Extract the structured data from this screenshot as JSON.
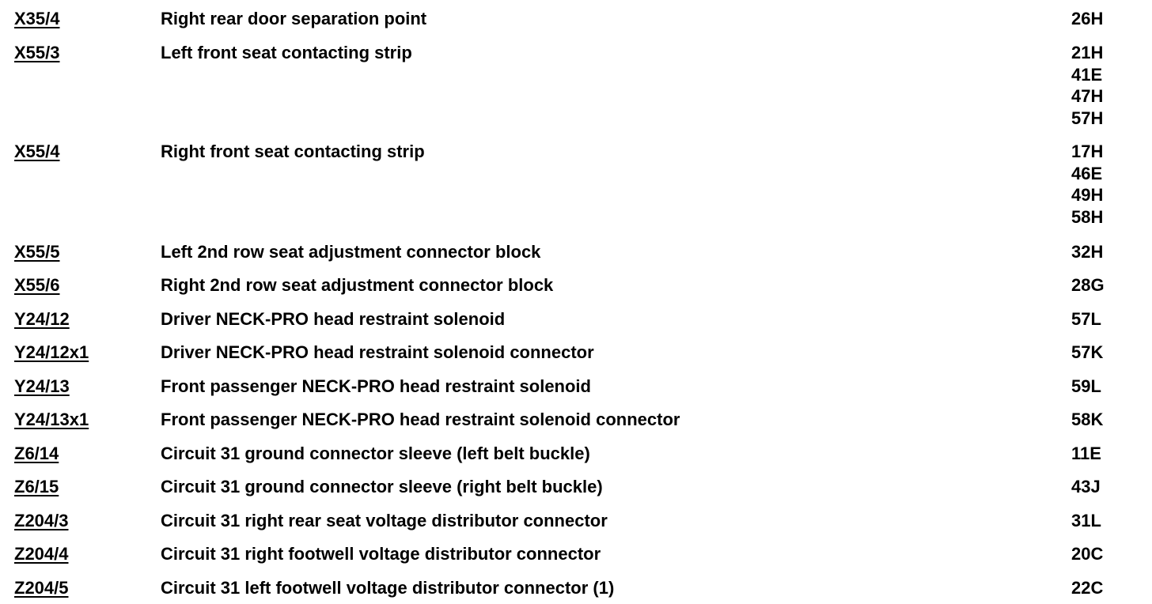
{
  "rows": [
    {
      "code": "X35/4",
      "description": "Right rear door separation point",
      "locations": [
        "26H"
      ]
    },
    {
      "code": "X55/3",
      "description": "Left front seat contacting strip",
      "locations": [
        "21H",
        "41E",
        "47H",
        "57H"
      ]
    },
    {
      "code": "X55/4",
      "description": "Right front seat contacting strip",
      "locations": [
        "17H",
        "46E",
        "49H",
        "58H"
      ]
    },
    {
      "code": "X55/5",
      "description": "Left 2nd row seat adjustment connector block",
      "locations": [
        "32H"
      ]
    },
    {
      "code": "X55/6",
      "description": "Right 2nd row seat adjustment connector block",
      "locations": [
        "28G"
      ]
    },
    {
      "code": "Y24/12",
      "description": "Driver NECK-PRO head restraint solenoid",
      "locations": [
        "57L"
      ]
    },
    {
      "code": "Y24/12x1",
      "description": "Driver NECK-PRO head restraint solenoid connector",
      "locations": [
        "57K"
      ]
    },
    {
      "code": "Y24/13",
      "description": "Front passenger NECK-PRO head restraint solenoid",
      "locations": [
        "59L"
      ]
    },
    {
      "code": "Y24/13x1",
      "description": "Front passenger NECK-PRO head restraint solenoid connector",
      "locations": [
        "58K"
      ]
    },
    {
      "code": "Z6/14",
      "description": "Circuit 31 ground connector sleeve (left belt buckle)",
      "locations": [
        "11E"
      ]
    },
    {
      "code": "Z6/15",
      "description": "Circuit 31 ground connector sleeve (right belt buckle)",
      "locations": [
        "43J"
      ]
    },
    {
      "code": "Z204/3",
      "description": "Circuit 31 right rear seat voltage distributor connector",
      "locations": [
        "31L"
      ]
    },
    {
      "code": "Z204/4",
      "description": "Circuit 31 right footwell voltage distributor connector",
      "locations": [
        "20C"
      ]
    },
    {
      "code": "Z204/5",
      "description": "Circuit 31 left footwell voltage distributor connector (1)",
      "locations": [
        "22C"
      ]
    }
  ]
}
